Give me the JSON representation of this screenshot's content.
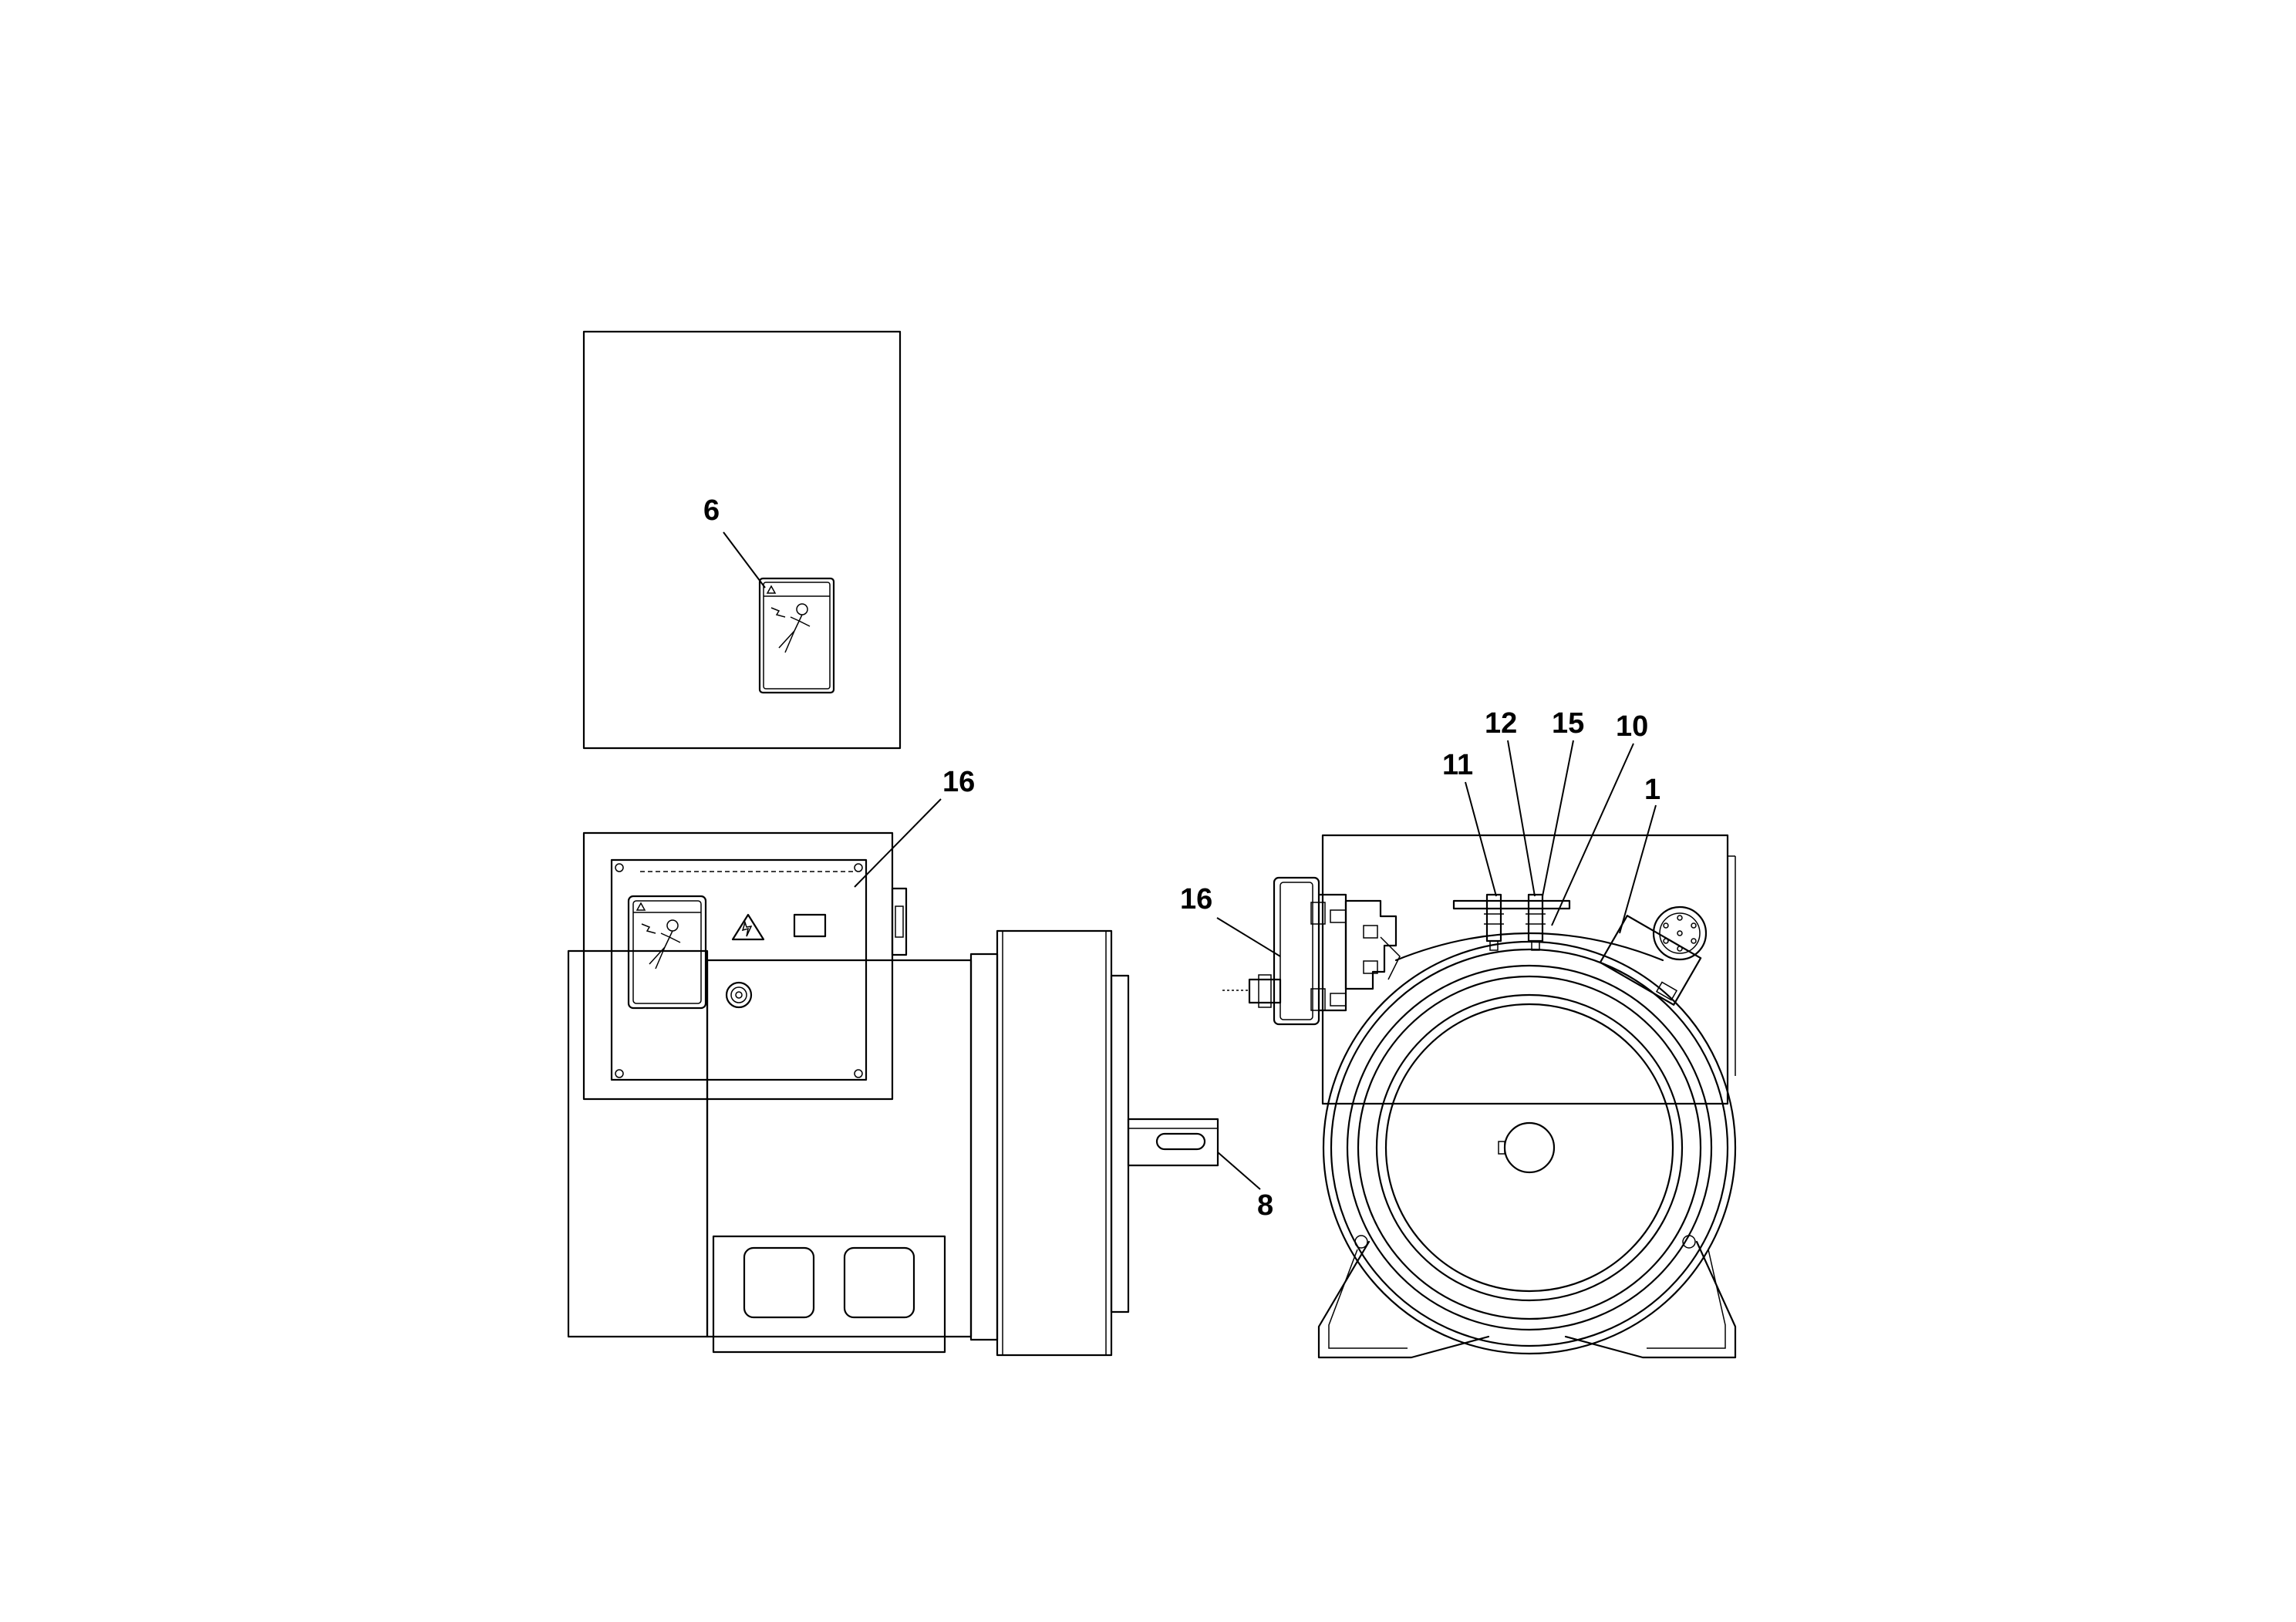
{
  "callouts": {
    "label_6": "6",
    "label_16_front": "16",
    "label_8": "8",
    "label_16_side": "16",
    "label_11": "11",
    "label_12": "12",
    "label_15": "15",
    "label_10": "10",
    "label_1": "1"
  }
}
